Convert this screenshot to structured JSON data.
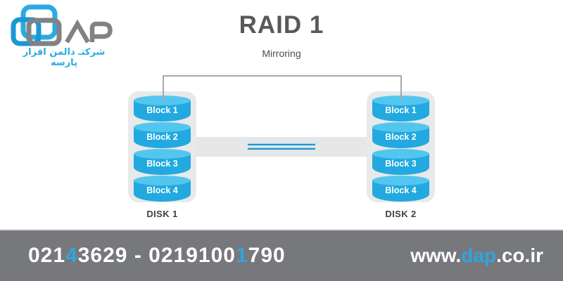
{
  "colors": {
    "accent_blue": "#29abe2",
    "cylinder_body": "#22a9e0",
    "cylinder_top": "#53c6ef",
    "footer_gray": "#77787b",
    "title_gray": "#58595b"
  },
  "logo": {
    "brand_letters": "DAP",
    "tagline": "شركتـ دالمن افزار پارسه"
  },
  "header": {
    "title": "RAID 1",
    "subtitle": "Mirroring"
  },
  "diagram": {
    "disks": [
      {
        "label": "DISK 1",
        "blocks": [
          "Block 1",
          "Block 2",
          "Block 3",
          "Block 4"
        ]
      },
      {
        "label": "DISK 2",
        "blocks": [
          "Block 1",
          "Block 2",
          "Block 3",
          "Block 4"
        ]
      }
    ]
  },
  "footer": {
    "phone_segments": [
      {
        "text": "021"
      },
      {
        "text": "4",
        "accent": true
      },
      {
        "text": "3629 - 0219100"
      },
      {
        "text": "1",
        "accent": true
      },
      {
        "text": "790"
      }
    ],
    "website_segments": [
      {
        "text": "www."
      },
      {
        "text": "dap",
        "accent": true
      },
      {
        "text": ".co.ir"
      }
    ]
  }
}
